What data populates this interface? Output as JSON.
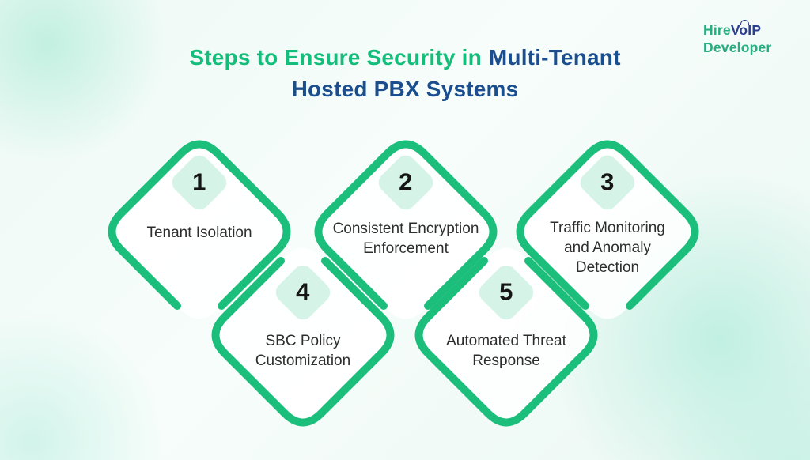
{
  "title": {
    "green_part": "Steps to Ensure Security in",
    "navy_part_line1": "Multi-Tenant",
    "navy_part_line2": "Hosted PBX Systems"
  },
  "logo": {
    "line1_green": "Hire",
    "line1_navy": "VoIP",
    "line2_green": "Developer"
  },
  "steps": [
    {
      "number": "1",
      "label": "Tenant Isolation",
      "label_lines": [
        "Tenant Isolation"
      ]
    },
    {
      "number": "2",
      "label": "Consistent Encryption Enforcement",
      "label_lines": [
        "Consistent Encryption",
        "Enforcement"
      ]
    },
    {
      "number": "3",
      "label": "Traffic Monitoring and Anomaly Detection",
      "label_lines": [
        "Traffic Monitoring",
        "and Anomaly",
        "Detection"
      ]
    },
    {
      "number": "4",
      "label": "SBC Policy Customization",
      "label_lines": [
        "SBC Policy",
        "Customization"
      ]
    },
    {
      "number": "5",
      "label": "Automated Threat Response",
      "label_lines": [
        "Automated Threat",
        "Response"
      ]
    }
  ],
  "colors": {
    "accent_green": "#1CBE7B",
    "title_green": "#15BD7A",
    "title_navy": "#1A4E8E",
    "logo_green": "#27AE80",
    "logo_navy": "#2B3F8C",
    "badge_mint": "#D5F4E7",
    "label_text": "#2D2D2D",
    "diamond_fill": "rgba(255,255,255,0.85)"
  }
}
